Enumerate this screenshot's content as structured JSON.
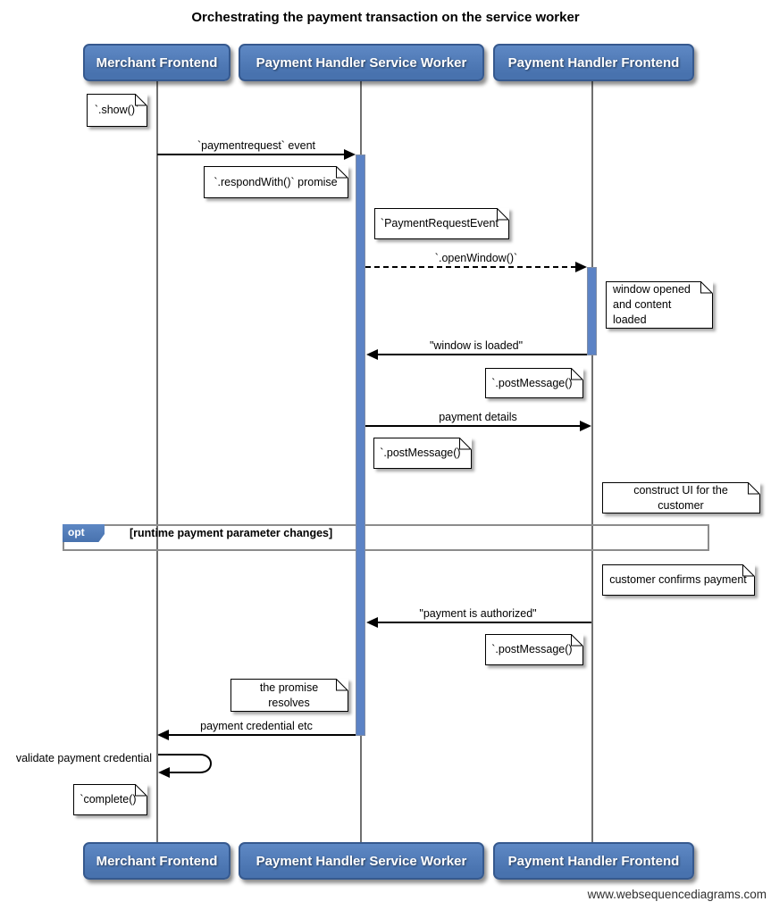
{
  "title": "Orchestrating the payment transaction on the service worker",
  "footer": "www.websequencediagrams.com",
  "actors": [
    {
      "label": "Merchant Frontend"
    },
    {
      "label": "Payment Handler Service Worker"
    },
    {
      "label": "Payment Handler Frontend"
    }
  ],
  "messages": [
    {
      "label": "`paymentrequest` event",
      "from": "Merchant Frontend",
      "to": "Payment Handler Service Worker",
      "style": "solid"
    },
    {
      "label": "`.openWindow()`",
      "from": "Payment Handler Service Worker",
      "to": "Payment Handler Frontend",
      "style": "dashed"
    },
    {
      "label": "\"window is loaded\"",
      "from": "Payment Handler Frontend",
      "to": "Payment Handler Service Worker",
      "style": "solid"
    },
    {
      "label": "payment details",
      "from": "Payment Handler Service Worker",
      "to": "Payment Handler Frontend",
      "style": "solid"
    },
    {
      "label": "\"payment is authorized\"",
      "from": "Payment Handler Frontend",
      "to": "Payment Handler Service Worker",
      "style": "solid"
    },
    {
      "label": "payment credential etc",
      "from": "Payment Handler Service Worker",
      "to": "Merchant Frontend",
      "style": "solid"
    },
    {
      "label": "validate payment credential",
      "from": "Merchant Frontend",
      "to": "Merchant Frontend",
      "style": "self"
    }
  ],
  "notes": [
    {
      "text": "`.show()`"
    },
    {
      "text": "`.respondWith()` promise"
    },
    {
      "text": "`PaymentRequestEvent`"
    },
    {
      "text": "window opened\nand content loaded"
    },
    {
      "text": "`.postMessage()`"
    },
    {
      "text": "`.postMessage()`"
    },
    {
      "text": "construct UI for the customer"
    },
    {
      "text": "customer confirms payment"
    },
    {
      "text": "`.postMessage()`"
    },
    {
      "text": "the promise resolves"
    },
    {
      "text": "`complete()`"
    }
  ],
  "opt": {
    "label": "opt",
    "condition": "[runtime payment parameter changes]"
  },
  "colors": {
    "actor_fill": "#4d7ab8",
    "actor_border": "#36598e",
    "activation_fill": "#5c83c5",
    "frame_border": "#8c8c8c",
    "lifeline": "#6f6f6f",
    "arrow": "#000000",
    "note_fill": "#ffffff"
  }
}
